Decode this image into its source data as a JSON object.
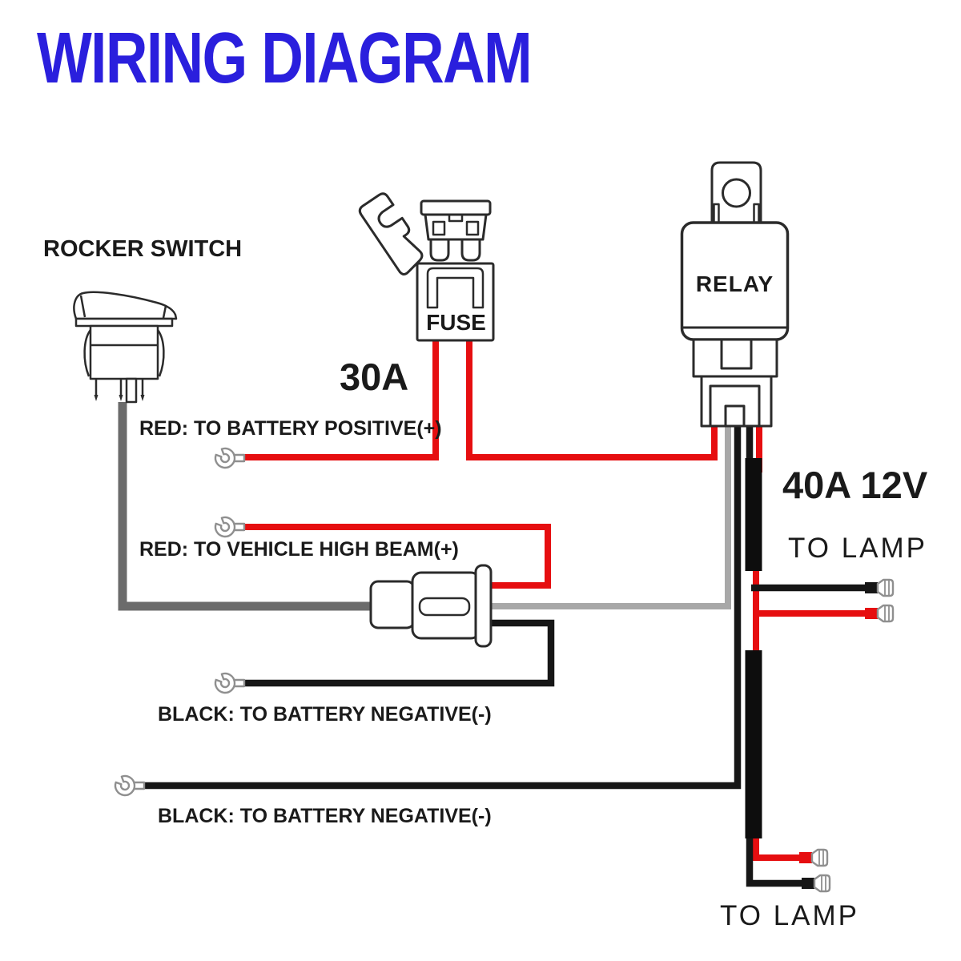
{
  "title": "WIRING DIAGRAM",
  "colors": {
    "title_blue": "#2a1fdd",
    "wire_red": "#e60e10",
    "wire_black": "#161616",
    "wire_sheath": "#0d0d0d",
    "wire_gray_dark": "#6b6b6b",
    "wire_gray_light": "#a8a8a8",
    "line_dark": "#2b2b2b",
    "terminal_gray": "#8f8f8f"
  },
  "components": {
    "rocker_switch": "ROCKER SWITCH",
    "fuse": "FUSE",
    "fuse_rating": "30A",
    "relay": "RELAY",
    "output_rating": "40A 12V",
    "to_lamp_right": "TO LAMP",
    "to_lamp_bottom": "TO LAMP"
  },
  "wire_labels": {
    "battery_positive": "RED: TO BATTERY POSITIVE(+)",
    "high_beam": "RED: TO VEHICLE HIGH BEAM(+)",
    "battery_negative_1": "BLACK: TO BATTERY NEGATIVE(-)",
    "battery_negative_2": "BLACK: TO BATTERY NEGATIVE(-)"
  }
}
